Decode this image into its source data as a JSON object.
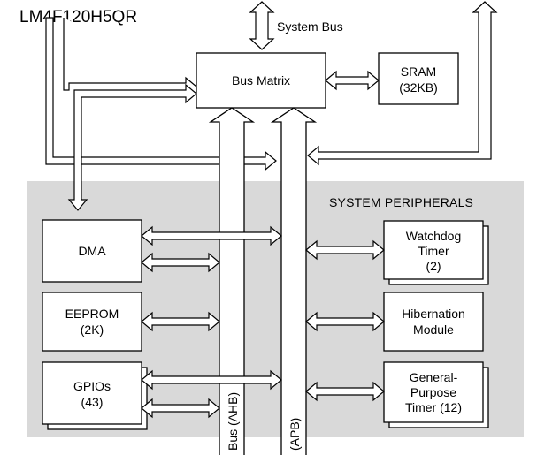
{
  "title": "LM4F120H5QR",
  "system_bus_label": "System Bus",
  "bus_matrix": "Bus Matrix",
  "sram": {
    "line1": "SRAM",
    "line2": "(32KB)"
  },
  "peripherals_label": "SYSTEM PERIPHERALS",
  "ahb_label": "Bus (AHB)",
  "apb_label": "(APB)",
  "dma": {
    "line1": "DMA"
  },
  "eeprom": {
    "line1": "EEPROM",
    "line2": "(2K)"
  },
  "gpios": {
    "line1": "GPIOs",
    "line2": "(43)"
  },
  "watchdog": {
    "line1": "Watchdog",
    "line2": "Timer",
    "line3": "(2)"
  },
  "hibernation": {
    "line1": "Hibernation",
    "line2": "Module"
  },
  "gp_timer": {
    "line1": "General-",
    "line2": "Purpose",
    "line3": "Timer (12)"
  },
  "colors": {
    "peripheral_bg": "#d9d9d9",
    "stroke": "#000000",
    "fill": "#ffffff"
  }
}
